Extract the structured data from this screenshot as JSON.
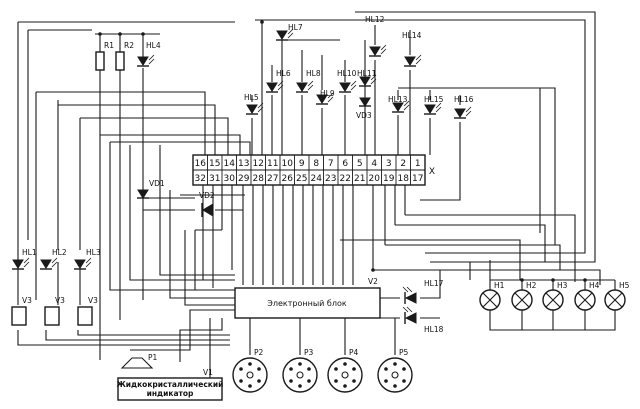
{
  "diagram": {
    "connector": {
      "top_pins": [
        "16",
        "15",
        "14",
        "13",
        "12",
        "11",
        "10",
        "9",
        "8",
        "7",
        "6",
        "5",
        "4",
        "3",
        "2",
        "1"
      ],
      "bottom_pins": [
        "32",
        "31",
        "30",
        "29",
        "28",
        "27",
        "26",
        "25",
        "24",
        "23",
        "22",
        "21",
        "20",
        "19",
        "18",
        "17"
      ],
      "label": "X"
    },
    "leds_top": [
      "HL4",
      "HL7",
      "HL12",
      "HL14",
      "HL6",
      "HL8",
      "HL10",
      "HL11",
      "HL5",
      "HL9",
      "HL13",
      "HL15",
      "HL16"
    ],
    "leds_left": [
      "HL1",
      "HL2",
      "HL3"
    ],
    "leds_right": [
      "HL17",
      "HL18"
    ],
    "diodes": [
      "VD1",
      "VD2",
      "VD3"
    ],
    "resistors": [
      "R1",
      "R2"
    ],
    "sensors": [
      "V3",
      "V3",
      "V3"
    ],
    "lamps": [
      "H1",
      "H2",
      "H3",
      "H4",
      "H5"
    ],
    "pressure_sensors": [
      "P2",
      "P3",
      "P4",
      "P5"
    ],
    "buzzer": "P1",
    "v1_label": "V1",
    "v2_label": "V2",
    "electronic_block": "Электронный блок",
    "lcd_line1": "Жидкокристаллический",
    "lcd_line2": "индикатор"
  }
}
